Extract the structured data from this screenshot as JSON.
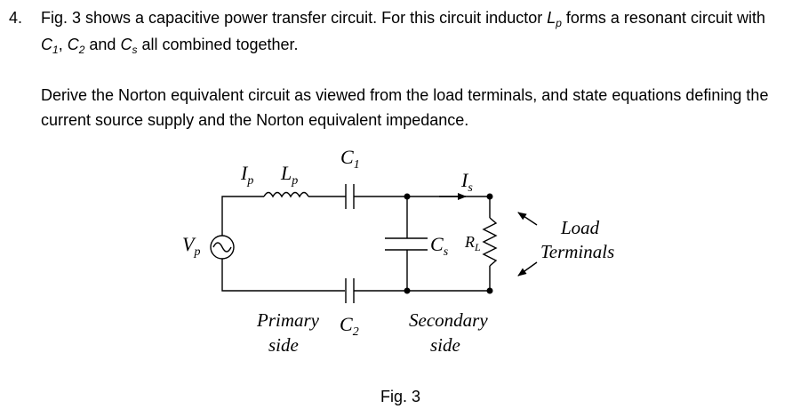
{
  "question": {
    "number": "4.",
    "p1_a": "Fig. 3 shows a capacitive power transfer circuit.  For this circuit inductor ",
    "p1_L": "L",
    "p1_Lsub": "p",
    "p1_b": " forms a resonant circuit with ",
    "p1_C1": "C",
    "p1_C1sub": "1",
    "p1_c": ", ",
    "p1_C2": "C",
    "p1_C2sub": "2",
    "p1_d": " and ",
    "p1_Cs": "C",
    "p1_Cssub": "s",
    "p1_e": " all combined together.",
    "p2": "Derive the Norton equivalent circuit as viewed from the load terminals, and state equations defining the current source supply and the Norton equivalent impedance."
  },
  "figure": {
    "label_Ip": "I",
    "label_Ip_sub": "p",
    "label_Lp": "L",
    "label_Lp_sub": "p",
    "label_C1": "C",
    "label_C1_sub": "1",
    "label_C2": "C",
    "label_C2_sub": "2",
    "label_Cs": "C",
    "label_Cs_sub": "s",
    "label_Is": "I",
    "label_Is_sub": "s",
    "label_RL": "R",
    "label_RL_sub": "L",
    "label_Vp": "V",
    "label_Vp_sub": "p",
    "load_line1": "Load",
    "load_line2": "Terminals",
    "primary_line1": "Primary",
    "primary_line2": "side",
    "secondary_line1": "Secondary",
    "secondary_line2": "side",
    "caption": "Fig. 3"
  }
}
